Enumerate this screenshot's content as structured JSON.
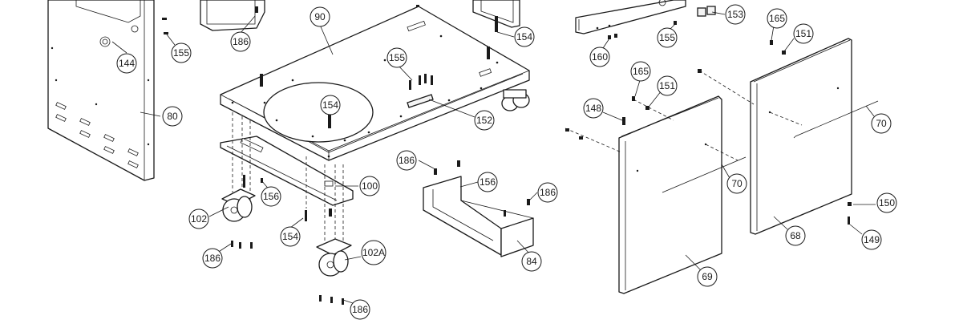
{
  "callouts": [
    {
      "id": "c-90",
      "label": "90"
    },
    {
      "id": "c-80",
      "label": "80"
    },
    {
      "id": "c-144",
      "label": "144"
    },
    {
      "id": "c-155a",
      "label": "155"
    },
    {
      "id": "c-186a",
      "label": "186"
    },
    {
      "id": "c-154a",
      "label": "154"
    },
    {
      "id": "c-155b",
      "label": "155"
    },
    {
      "id": "c-154b",
      "label": "154"
    },
    {
      "id": "c-152",
      "label": "152"
    },
    {
      "id": "c-100",
      "label": "100"
    },
    {
      "id": "c-156a",
      "label": "156"
    },
    {
      "id": "c-102",
      "label": "102"
    },
    {
      "id": "c-154c",
      "label": "154"
    },
    {
      "id": "c-186b",
      "label": "186"
    },
    {
      "id": "c-102a",
      "label": "102A"
    },
    {
      "id": "c-186c",
      "label": "186"
    },
    {
      "id": "c-186d",
      "label": "186"
    },
    {
      "id": "c-156b",
      "label": "156"
    },
    {
      "id": "c-186e",
      "label": "186"
    },
    {
      "id": "c-84",
      "label": "84"
    },
    {
      "id": "c-153",
      "label": "153"
    },
    {
      "id": "c-155c",
      "label": "155"
    },
    {
      "id": "c-160",
      "label": "160"
    },
    {
      "id": "c-165a",
      "label": "165"
    },
    {
      "id": "c-151a",
      "label": "151"
    },
    {
      "id": "c-165b",
      "label": "165"
    },
    {
      "id": "c-151b",
      "label": "151"
    },
    {
      "id": "c-148",
      "label": "148"
    },
    {
      "id": "c-70a",
      "label": "70"
    },
    {
      "id": "c-70b",
      "label": "70"
    },
    {
      "id": "c-150",
      "label": "150"
    },
    {
      "id": "c-149",
      "label": "149"
    },
    {
      "id": "c-68",
      "label": "68"
    },
    {
      "id": "c-69",
      "label": "69"
    }
  ]
}
